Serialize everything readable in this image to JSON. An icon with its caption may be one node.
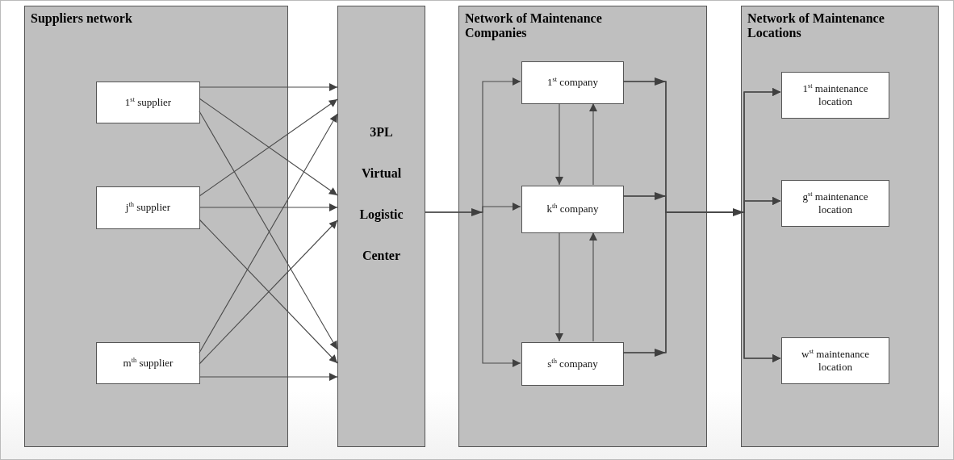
{
  "diagram": {
    "nodes": [
      {
        "text": [
          "Suppliers network"
        ]
      },
      {
        "text": [
          "1$^{st}$ supplier"
        ],
        "in": 0
      },
      {
        "text": [
          "j$^{th}$ supplier"
        ],
        "in": 0
      },
      {
        "text": [
          "m$^{th}$ supplier"
        ],
        "in": 0
      },
      {
        "text": [
          "3PL Virtual Logistic Center"
        ]
      },
      {
        "text": [
          "Network of Maintenance Companies"
        ]
      },
      {
        "text": [
          "1$^{st}$ company"
        ],
        "in": 5
      },
      {
        "text": [
          "k$^{th}$ company"
        ],
        "in": 5
      },
      {
        "text": [
          "s$^{th}$ company"
        ],
        "in": 5
      },
      {
        "text": [
          "Network of Maintenance Locations"
        ]
      },
      {
        "text": [
          "1$^{st}$ maintenance location"
        ],
        "in": 9
      },
      {
        "text": [
          "g$^{st}$ maintenance location"
        ],
        "in": 9
      },
      {
        "text": [
          "w$^{st}$ maintenance location"
        ],
        "in": 9
      }
    ],
    "edges": [
      {
        "from": 1,
        "to": 4,
        "arrow": "to"
      },
      {
        "from": 1,
        "to": 4,
        "arrow": "to"
      },
      {
        "from": 1,
        "to": 4,
        "arrow": "to"
      },
      {
        "from": 2,
        "to": 4,
        "arrow": "to"
      },
      {
        "from": 2,
        "to": 4,
        "arrow": "to"
      },
      {
        "from": 2,
        "to": 4,
        "arrow": "to"
      },
      {
        "from": 3,
        "to": 4,
        "arrow": "to"
      },
      {
        "from": 3,
        "to": 4,
        "arrow": "to"
      },
      {
        "from": 3,
        "to": 4,
        "arrow": "to"
      },
      {
        "from": 4,
        "to": 6,
        "arrow": "to"
      },
      {
        "from": 4,
        "to": 7,
        "arrow": "to"
      },
      {
        "from": 4,
        "to": 8,
        "arrow": "to"
      },
      {
        "from": 6,
        "to": 7,
        "arrow": "to"
      },
      {
        "from": 7,
        "to": 6,
        "arrow": "to"
      },
      {
        "from": 7,
        "to": 8,
        "arrow": "to"
      },
      {
        "from": 8,
        "to": 7,
        "arrow": "to"
      },
      {
        "from": 6,
        "to": 10,
        "arrow": "to"
      },
      {
        "from": 6,
        "to": 11,
        "arrow": "to"
      },
      {
        "from": 6,
        "to": 12,
        "arrow": "to"
      },
      {
        "from": 7,
        "to": 10,
        "arrow": "to"
      },
      {
        "from": 7,
        "to": 11,
        "arrow": "to"
      },
      {
        "from": 7,
        "to": 12,
        "arrow": "to"
      },
      {
        "from": 8,
        "to": 10,
        "arrow": "to"
      },
      {
        "from": 8,
        "to": 11,
        "arrow": "to"
      },
      {
        "from": 8,
        "to": 12,
        "arrow": "to"
      }
    ]
  }
}
